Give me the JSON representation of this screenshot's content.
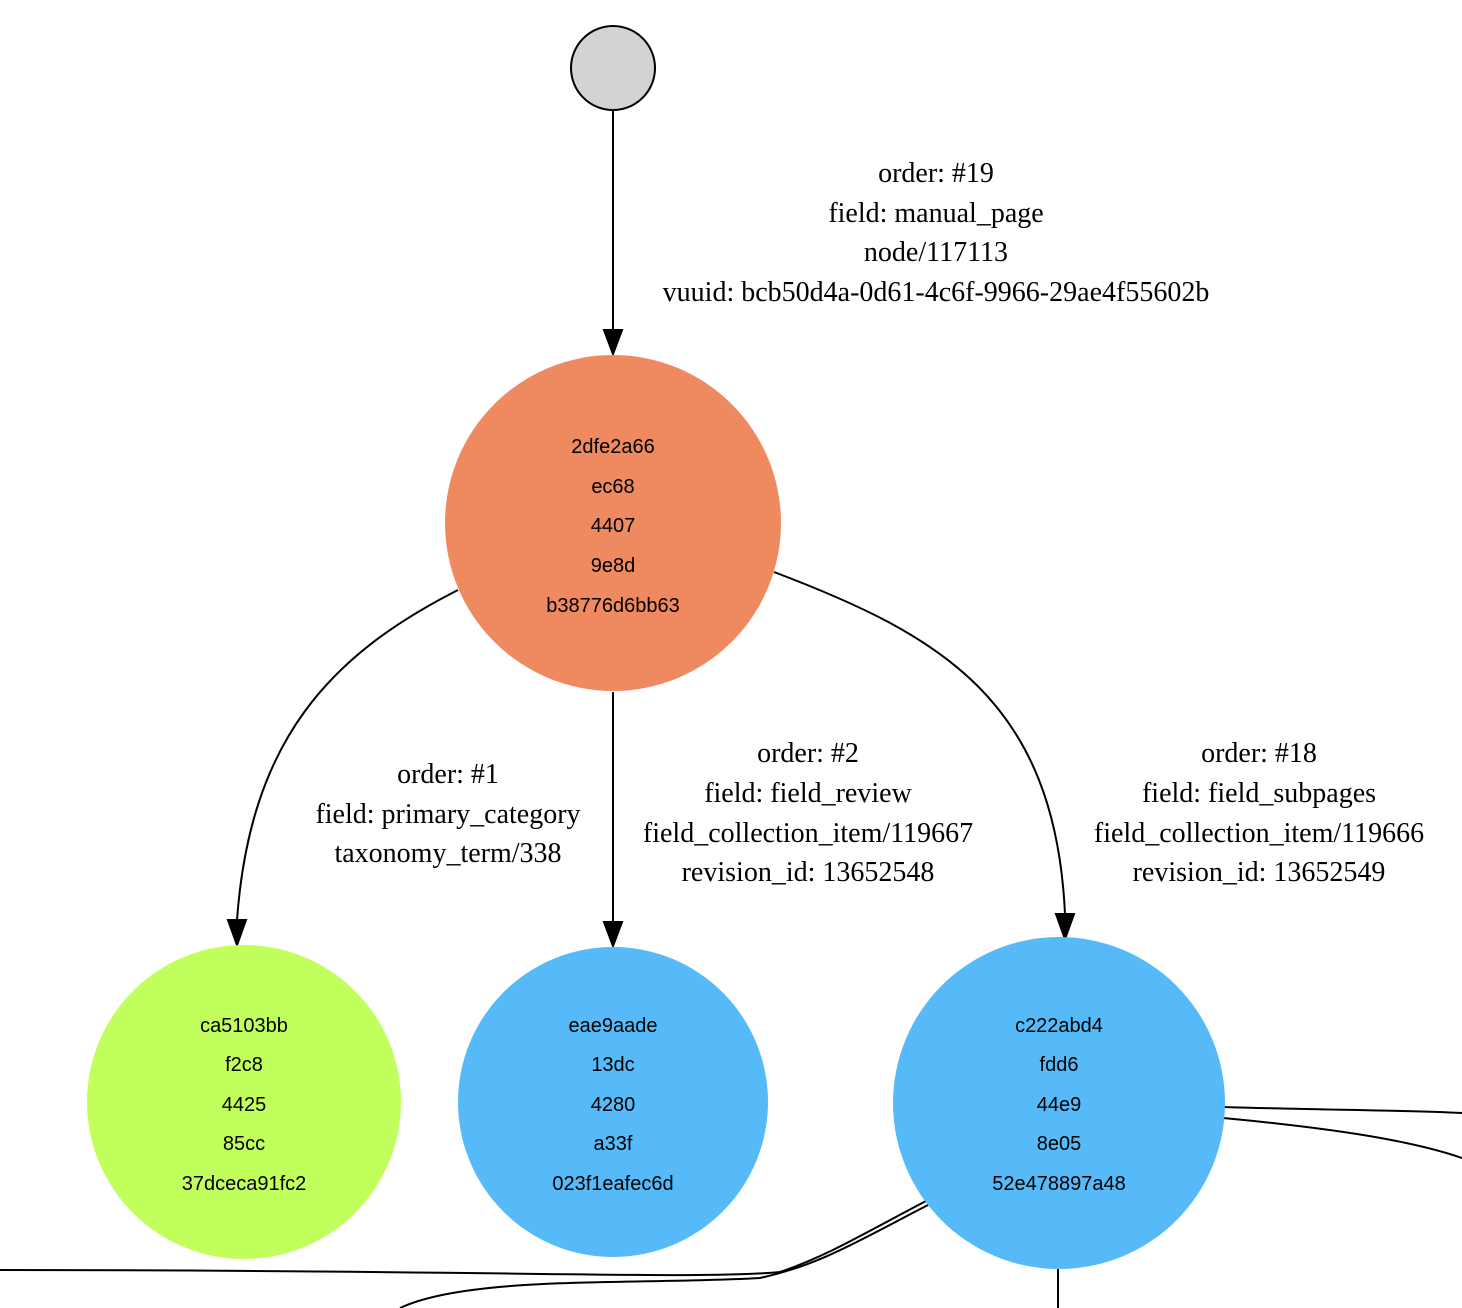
{
  "colors": {
    "start_node": "#d3d3d3",
    "root_node": "#ef8a60",
    "taxonomy_node": "#c0ff5c",
    "field_collection_node": "#55baf7",
    "edge": "#000000"
  },
  "nodes": {
    "start": {
      "lines": []
    },
    "root": {
      "lines": [
        "2dfe2a66",
        "ec68",
        "4407",
        "9e8d",
        "b38776d6bb63"
      ]
    },
    "taxonomy": {
      "lines": [
        "ca5103bb",
        "f2c8",
        "4425",
        "85cc",
        "37dceca91fc2"
      ]
    },
    "review": {
      "lines": [
        "eae9aade",
        "13dc",
        "4280",
        "a33f",
        "023f1eafec6d"
      ]
    },
    "subpages": {
      "lines": [
        "c222abd4",
        "fdd6",
        "44e9",
        "8e05",
        "52e478897a48"
      ]
    }
  },
  "edges": {
    "start_to_root": {
      "lines": [
        "order: #19",
        "field: manual_page",
        "node/117113",
        "vuuid: bcb50d4a-0d61-4c6f-9966-29ae4f55602b"
      ]
    },
    "root_to_taxonomy": {
      "lines": [
        "order: #1",
        "field: primary_category",
        "taxonomy_term/338"
      ]
    },
    "root_to_review": {
      "lines": [
        "order: #2",
        "field: field_review",
        "field_collection_item/119667",
        "revision_id: 13652548"
      ]
    },
    "root_to_subpages": {
      "lines": [
        "order: #18",
        "field: field_subpages",
        "field_collection_item/119666",
        "revision_id: 13652549"
      ]
    }
  }
}
